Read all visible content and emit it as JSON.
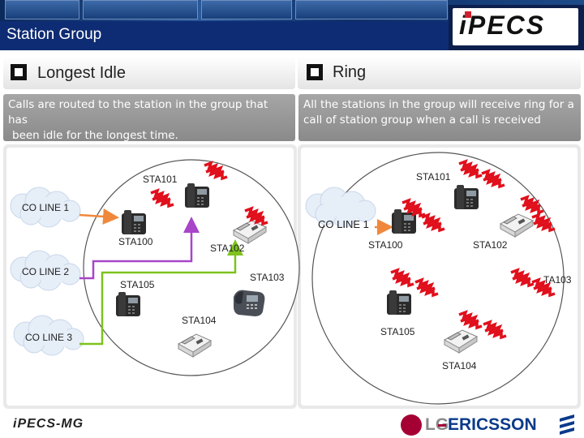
{
  "header": {
    "title": "Station Group",
    "brand_logo": "iPECS"
  },
  "left_section": {
    "heading": "Longest Idle",
    "description_line1": "Calls are routed to the station in the group that has",
    "description_line2": "been idle for the longest time.",
    "co_lines": [
      "CO LINE 1",
      "CO LINE 2",
      "CO LINE 3"
    ],
    "stations": {
      "sta101": "STA101",
      "sta100": "STA100",
      "sta102": "STA102",
      "sta105": "STA105",
      "sta103": "STA103",
      "sta104": "STA104"
    },
    "line_colors": {
      "co_line_1": "#f0883c",
      "co_line_2": "#a845c8",
      "co_line_3": "#7ec21e"
    }
  },
  "right_section": {
    "heading": "Ring",
    "description_line1": "All the stations in the group will receive ring for a",
    "description_line2": "call of station group when a call is received",
    "co_line": "CO LINE 1",
    "stations": {
      "sta101": "STA101",
      "sta100": "STA100",
      "sta102": "STA102",
      "sta103": "TA103",
      "sta105": "STA105",
      "sta104": "STA104"
    }
  },
  "footer": {
    "product_logo": "iPECS-MG",
    "company_lg": "LG",
    "company_ericsson": "ERICSSON"
  },
  "colors": {
    "title_bar": "#0e2c73",
    "ring_red": "#e0101c",
    "lg_red": "#a50034",
    "ericsson_blue": "#0a3a8a"
  }
}
